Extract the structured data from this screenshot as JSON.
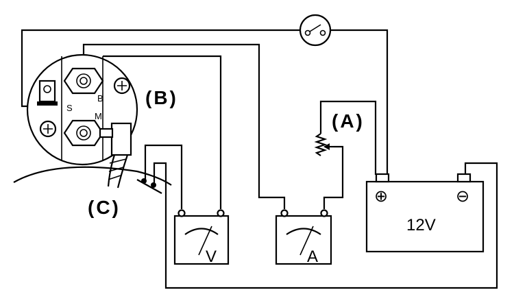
{
  "labels": {
    "solenoid": "(B)",
    "rheostat": "(A)",
    "clip": "(C)",
    "terminal_b": "B",
    "terminal_s": "S",
    "terminal_m": "M",
    "battery_voltage": "12V",
    "voltmeter_symbol": "V",
    "ammeter_symbol": "A",
    "battery_positive": "⊕",
    "battery_negative": "⊖"
  },
  "icons": {
    "switch": "switch-icon",
    "rheostat": "variable-resistor-icon",
    "voltmeter": "voltmeter-icon",
    "ammeter": "ammeter-icon",
    "battery": "battery-icon"
  }
}
